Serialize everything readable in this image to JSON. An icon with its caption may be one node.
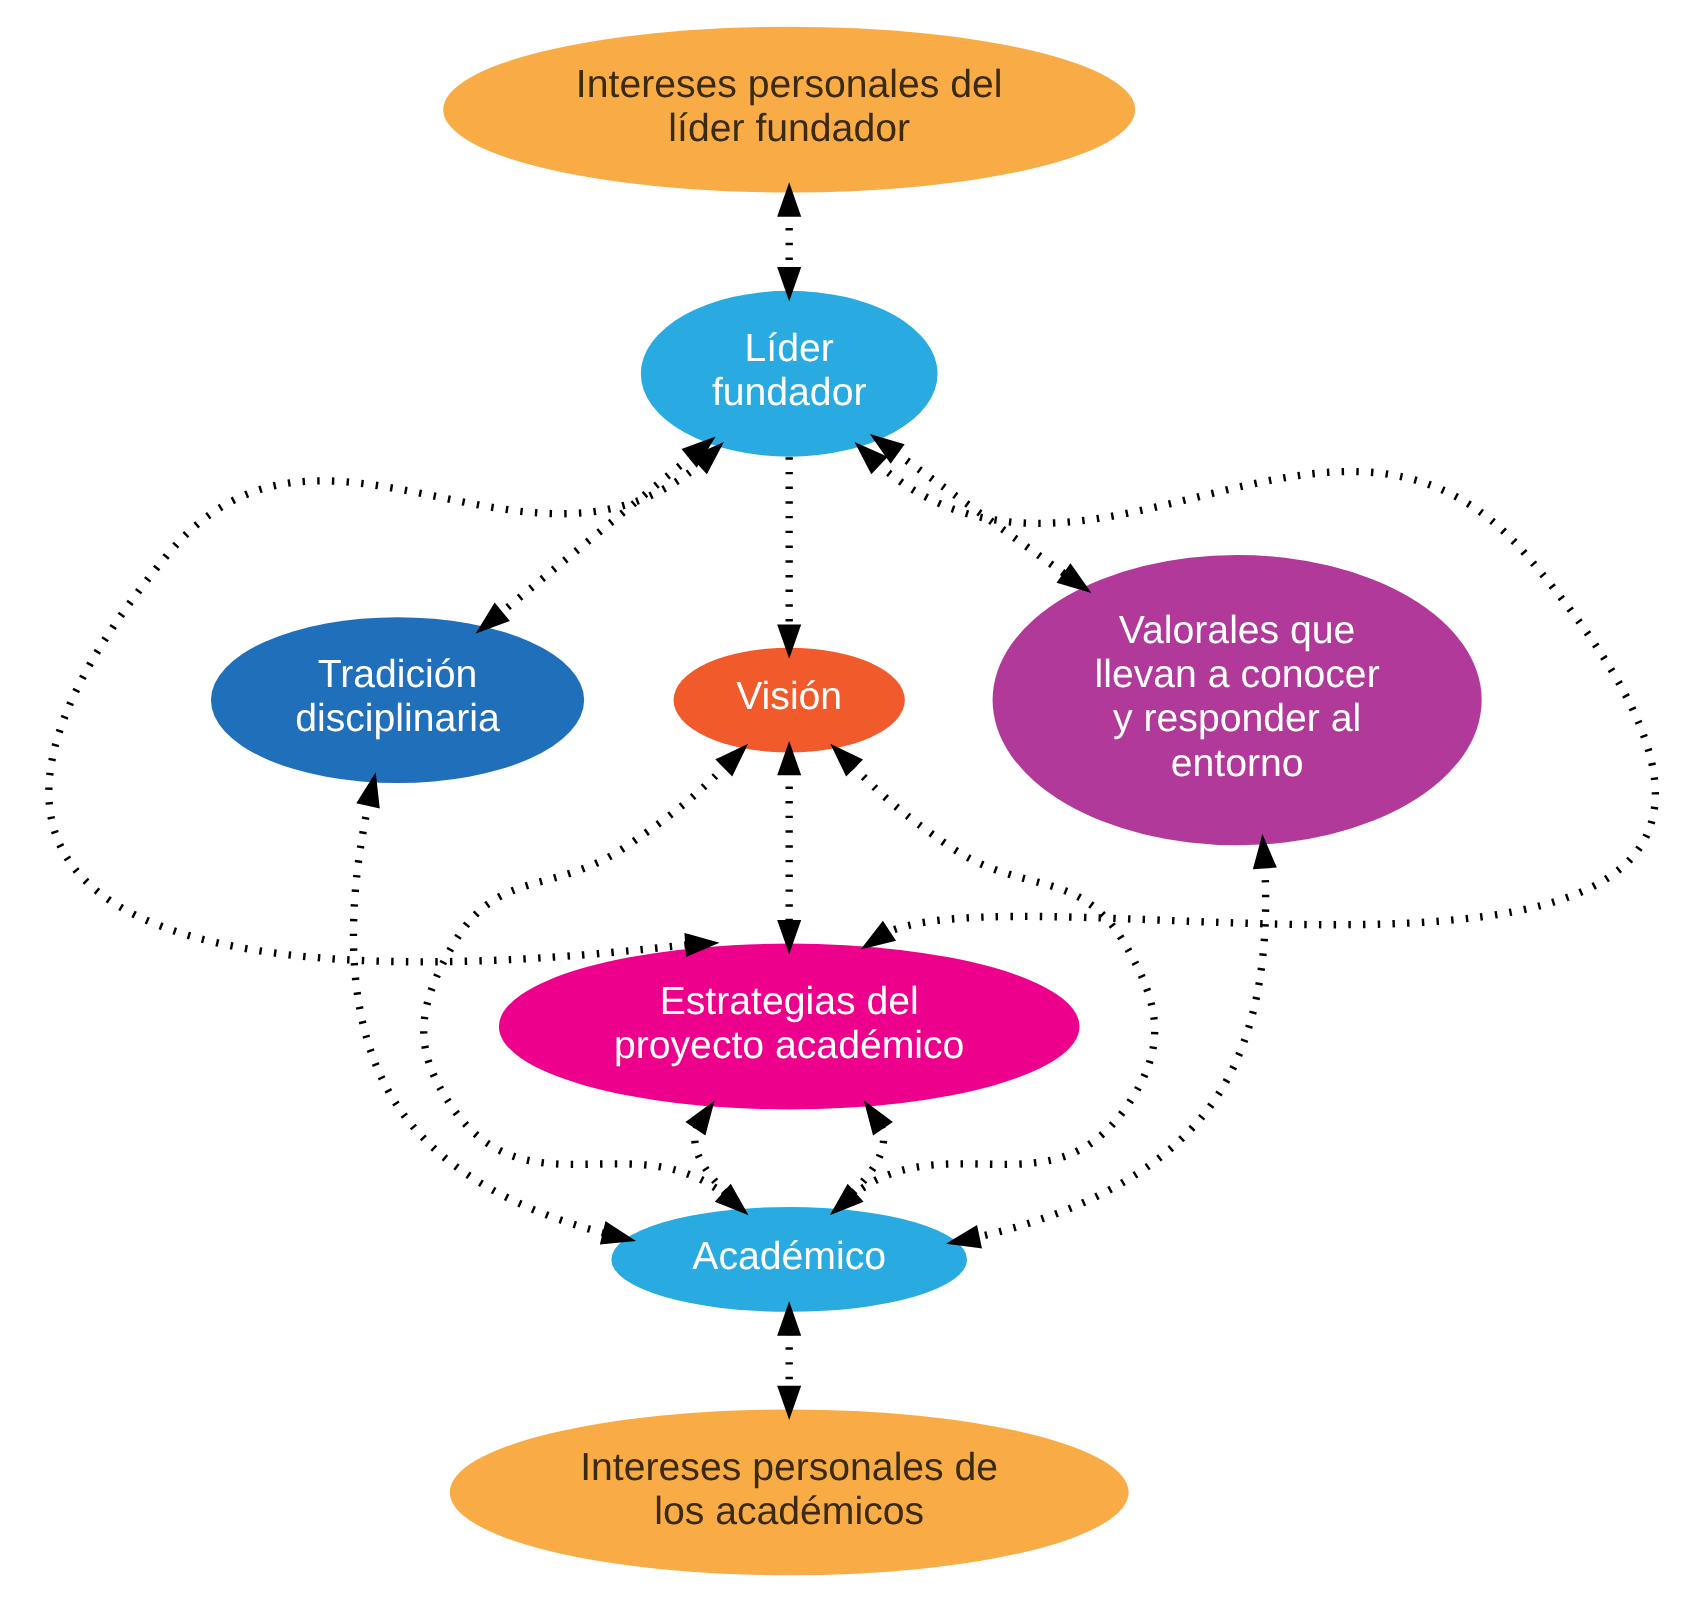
{
  "diagram": {
    "nodes": [
      {
        "text": [
          "Intereses personales del líder fundador"
        ]
      },
      {
        "text": [
          "Líder fundador"
        ]
      },
      {
        "text": [
          "Visión"
        ]
      },
      {
        "text": [
          "Tradición disciplinaria"
        ]
      },
      {
        "text": [
          "Valorales que llevan a conocer y responder al entorno"
        ]
      },
      {
        "text": [
          "Estrategias del proyecto académico"
        ]
      },
      {
        "text": [
          "Académico"
        ]
      },
      {
        "text": [
          "Intereses personales de los académicos"
        ]
      }
    ],
    "edges": [
      {
        "from": 0,
        "to": 1,
        "arrow": "both"
      },
      {
        "from": 1,
        "to": 3,
        "arrow": "both"
      },
      {
        "from": 1,
        "to": 4,
        "arrow": "both"
      },
      {
        "from": 1,
        "to": 2,
        "arrow": "to"
      },
      {
        "from": 1,
        "to": 5,
        "arrow": "both"
      },
      {
        "from": 1,
        "to": 5,
        "arrow": "both"
      },
      {
        "from": 2,
        "to": 5,
        "arrow": "both"
      },
      {
        "from": 2,
        "to": 6,
        "arrow": "both"
      },
      {
        "from": 2,
        "to": 6,
        "arrow": "both"
      },
      {
        "from": 3,
        "to": 6,
        "arrow": "both"
      },
      {
        "from": 4,
        "to": 6,
        "arrow": "both"
      },
      {
        "from": 6,
        "to": 5,
        "arrow": "to"
      },
      {
        "from": 6,
        "to": 5,
        "arrow": "to"
      },
      {
        "from": 7,
        "to": 6,
        "arrow": "both"
      }
    ]
  }
}
